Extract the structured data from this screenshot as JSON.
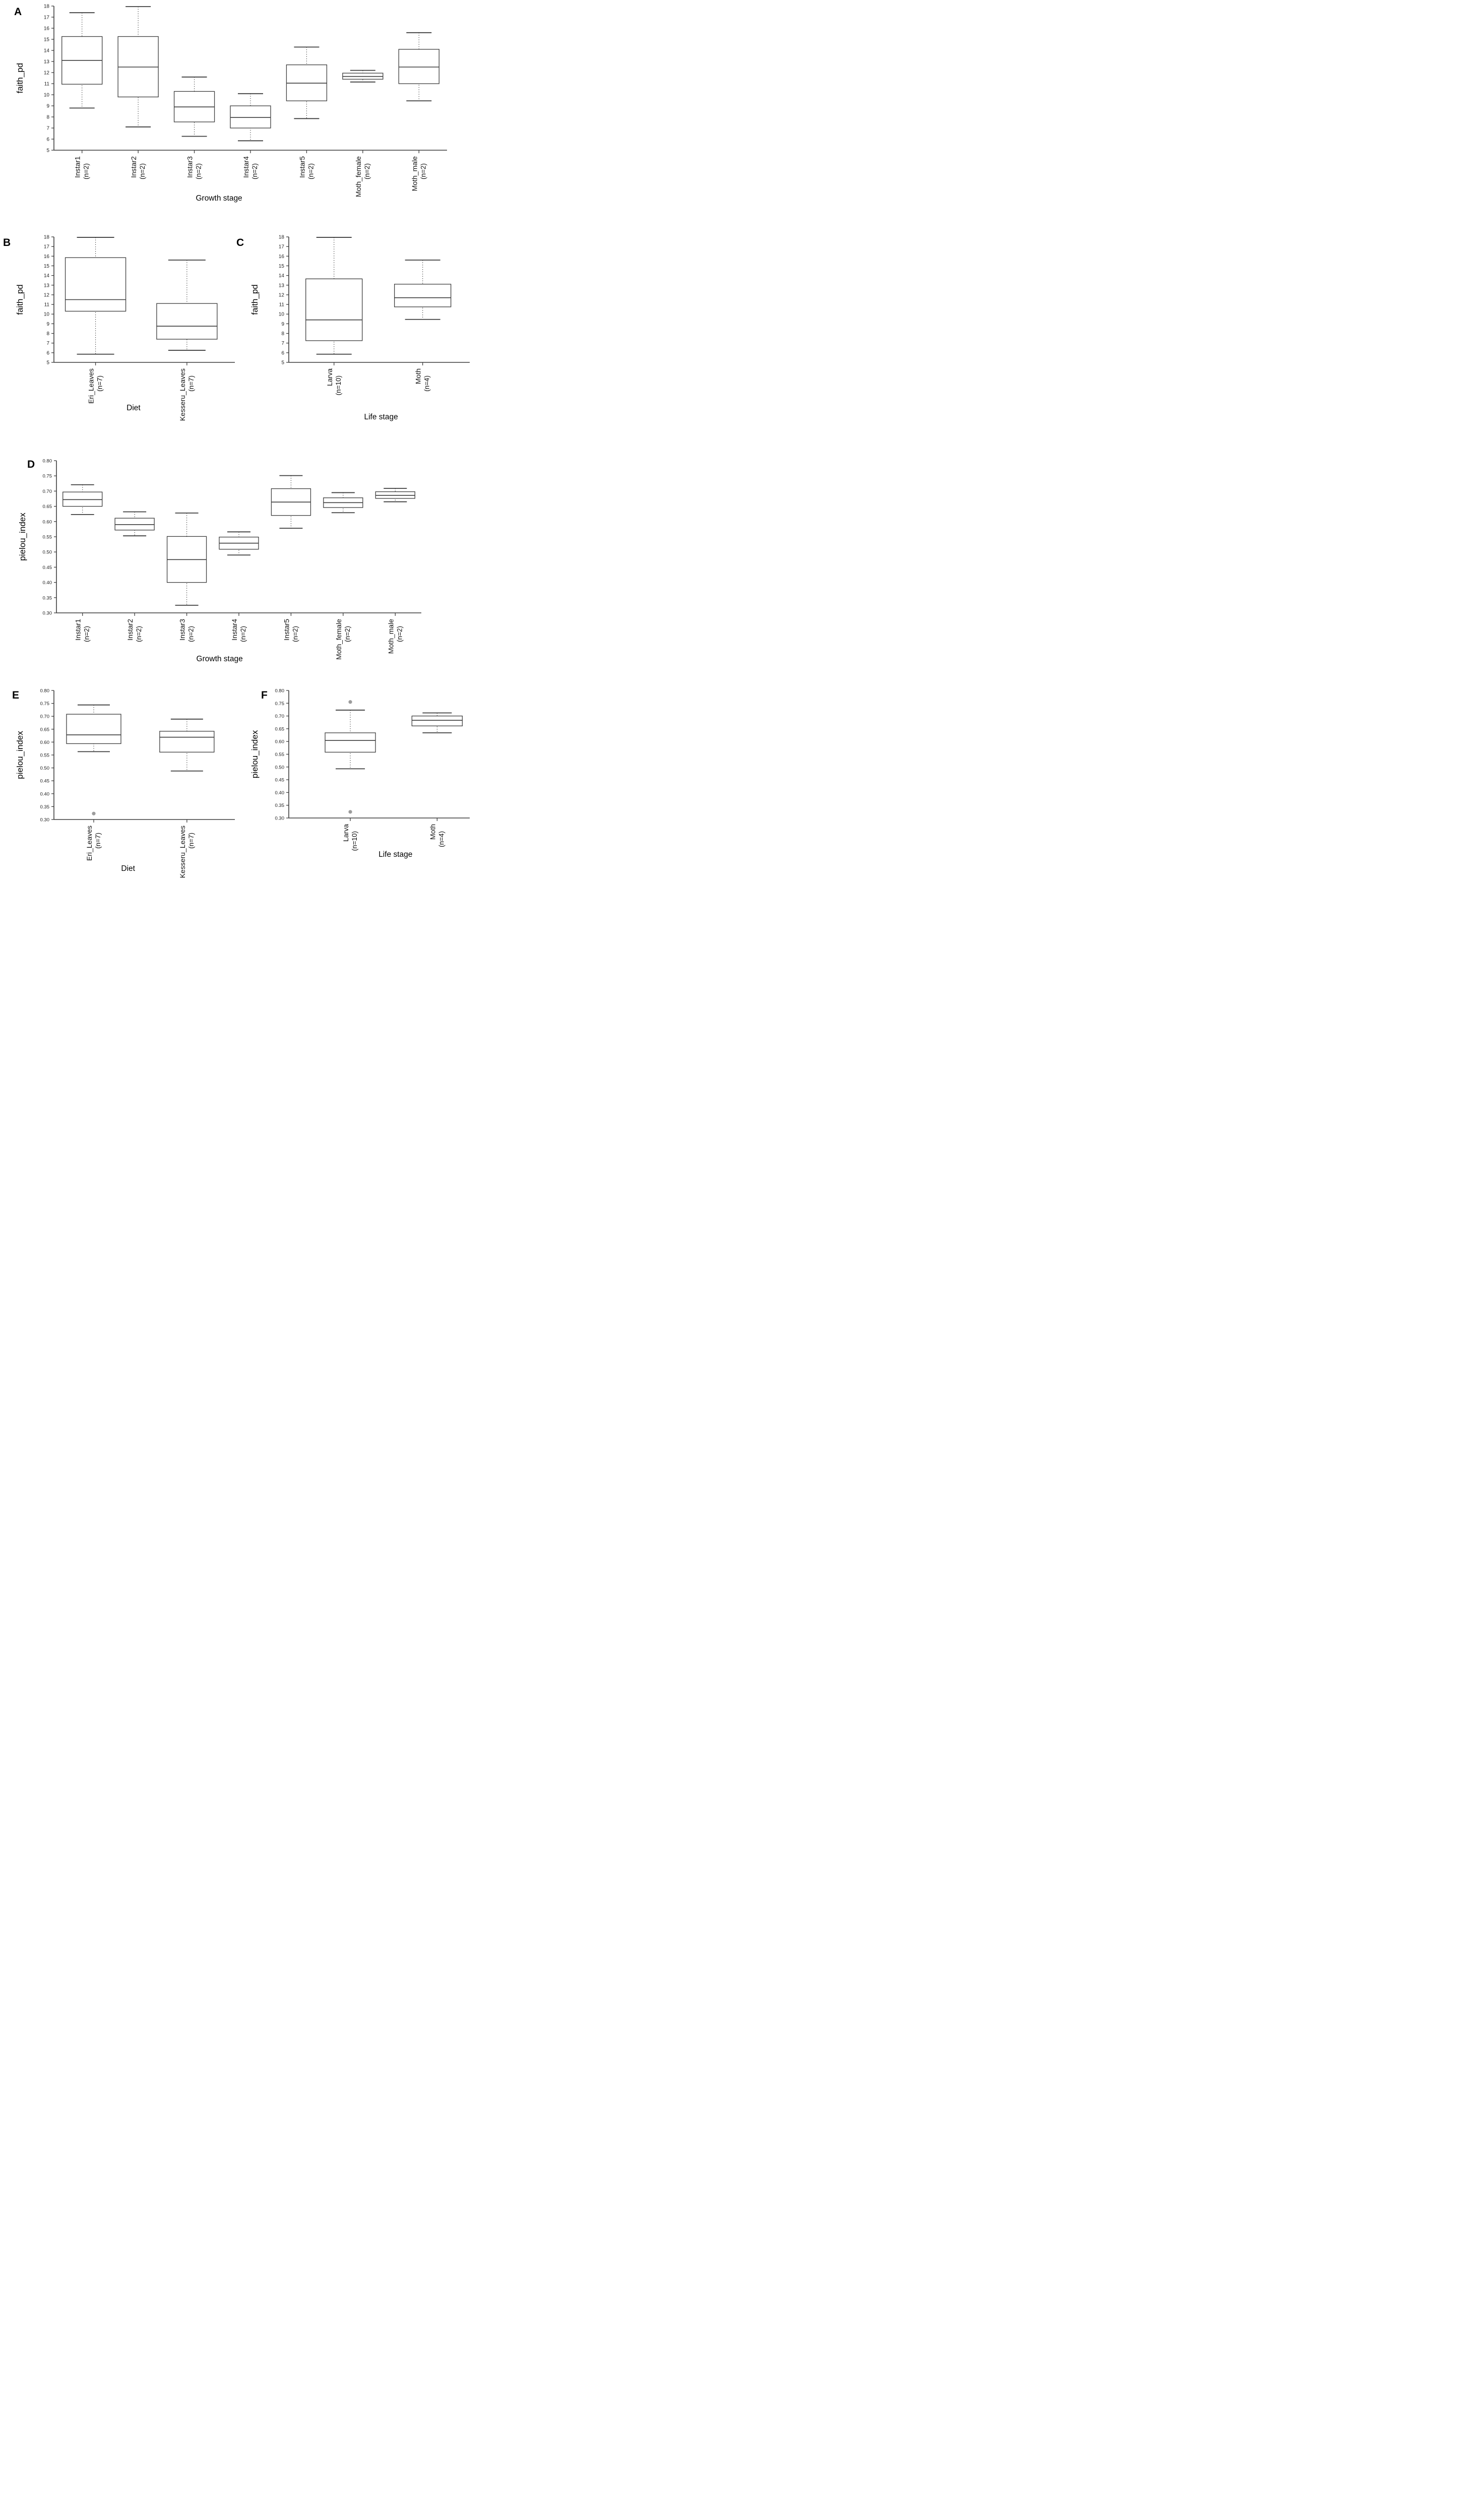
{
  "figure": {
    "background": "#ffffff",
    "line_color": "#3d3d3d",
    "tick_label_color": "#222222",
    "category_label_color": "#111111",
    "outlier_color": "#9c9c9c",
    "panel_letters": [
      "A",
      "B",
      "C",
      "D",
      "E",
      "F"
    ]
  },
  "chart_data": [
    {
      "panel": "A",
      "type": "box",
      "title": "",
      "ylabel": "faith_pd",
      "xlabel": "Growth stage",
      "ylim": [
        5,
        18
      ],
      "ytick_step": 1,
      "ytick_decimals": 0,
      "grid": false,
      "boxes": [
        {
          "category": "Instar1",
          "n": "(n=2)",
          "whisker_low": 8.8,
          "q1": 10.95,
          "median": 13.1,
          "q3": 15.25,
          "whisker_high": 17.4,
          "outliers": []
        },
        {
          "category": "Instar2",
          "n": "(n=2)",
          "whisker_low": 7.1,
          "q1": 9.8,
          "median": 12.5,
          "q3": 15.25,
          "whisker_high": 17.95,
          "outliers": []
        },
        {
          "category": "Instar3",
          "n": "(n=2)",
          "whisker_low": 6.25,
          "q1": 7.55,
          "median": 8.9,
          "q3": 10.3,
          "whisker_high": 11.6,
          "outliers": []
        },
        {
          "category": "Instar4",
          "n": "(n=2)",
          "whisker_low": 5.85,
          "q1": 7.0,
          "median": 7.95,
          "q3": 9.0,
          "whisker_high": 10.1,
          "outliers": []
        },
        {
          "category": "Instar5",
          "n": "(n=2)",
          "whisker_low": 7.85,
          "q1": 9.45,
          "median": 11.05,
          "q3": 12.7,
          "whisker_high": 14.3,
          "outliers": []
        },
        {
          "category": "Moth_female",
          "n": "(n=2)",
          "whisker_low": 11.15,
          "q1": 11.4,
          "median": 11.65,
          "q3": 11.95,
          "whisker_high": 12.2,
          "outliers": []
        },
        {
          "category": "Moth_male",
          "n": "(n=2)",
          "whisker_low": 9.45,
          "q1": 11.0,
          "median": 12.5,
          "q3": 14.1,
          "whisker_high": 15.6,
          "outliers": []
        }
      ]
    },
    {
      "panel": "B",
      "type": "box",
      "title": "",
      "ylabel": "faith_pd",
      "xlabel": "Diet",
      "ylim": [
        5,
        18
      ],
      "ytick_step": 1,
      "ytick_decimals": 0,
      "grid": false,
      "boxes": [
        {
          "category": "Eri_Leaves",
          "n": "(n=7)",
          "whisker_low": 5.85,
          "q1": 10.3,
          "median": 11.5,
          "q3": 15.85,
          "whisker_high": 17.95,
          "outliers": []
        },
        {
          "category": "Kesseru_Leaves",
          "n": "(n=7)",
          "whisker_low": 6.25,
          "q1": 7.4,
          "median": 8.75,
          "q3": 11.1,
          "whisker_high": 15.6,
          "outliers": []
        }
      ]
    },
    {
      "panel": "C",
      "type": "box",
      "title": "",
      "ylabel": "faith_pd",
      "xlabel": "Life  stage",
      "ylim": [
        5,
        18
      ],
      "ytick_step": 1,
      "ytick_decimals": 0,
      "grid": false,
      "boxes": [
        {
          "category": "Larva",
          "n": "(n=10)",
          "whisker_low": 5.85,
          "q1": 7.25,
          "median": 9.4,
          "q3": 13.65,
          "whisker_high": 17.95,
          "outliers": []
        },
        {
          "category": "Moth",
          "n": "(n=4)",
          "whisker_low": 9.45,
          "q1": 10.75,
          "median": 11.7,
          "q3": 13.1,
          "whisker_high": 15.6,
          "outliers": []
        }
      ]
    },
    {
      "panel": "D",
      "type": "box",
      "title": "",
      "ylabel": "pielou_index",
      "xlabel": "Growth stage",
      "ylim": [
        0.3,
        0.8
      ],
      "ytick_step": 0.05,
      "ytick_decimals": 2,
      "grid": false,
      "boxes": [
        {
          "category": "Instar1",
          "n": "(n=2)",
          "whisker_low": 0.623,
          "q1": 0.65,
          "median": 0.672,
          "q3": 0.697,
          "whisker_high": 0.721,
          "outliers": []
        },
        {
          "category": "Instar2",
          "n": "(n=2)",
          "whisker_low": 0.553,
          "q1": 0.572,
          "median": 0.59,
          "q3": 0.611,
          "whisker_high": 0.632,
          "outliers": []
        },
        {
          "category": "Instar3",
          "n": "(n=2)",
          "whisker_low": 0.325,
          "q1": 0.4,
          "median": 0.475,
          "q3": 0.551,
          "whisker_high": 0.628,
          "outliers": []
        },
        {
          "category": "Instar4",
          "n": "(n=2)",
          "whisker_low": 0.49,
          "q1": 0.509,
          "median": 0.529,
          "q3": 0.549,
          "whisker_high": 0.566,
          "outliers": []
        },
        {
          "category": "Instar5",
          "n": "(n=2)",
          "whisker_low": 0.578,
          "q1": 0.62,
          "median": 0.664,
          "q3": 0.708,
          "whisker_high": 0.751,
          "outliers": []
        },
        {
          "category": "Moth_female",
          "n": "(n=2)",
          "whisker_low": 0.629,
          "q1": 0.646,
          "median": 0.662,
          "q3": 0.678,
          "whisker_high": 0.695,
          "outliers": []
        },
        {
          "category": "Moth_male",
          "n": "(n=2)",
          "whisker_low": 0.665,
          "q1": 0.676,
          "median": 0.686,
          "q3": 0.698,
          "whisker_high": 0.709,
          "outliers": []
        }
      ]
    },
    {
      "panel": "E",
      "type": "box",
      "title": "",
      "ylabel": "pielou_index",
      "xlabel": "Diet",
      "ylim": [
        0.3,
        0.8
      ],
      "ytick_step": 0.05,
      "ytick_decimals": 2,
      "grid": false,
      "boxes": [
        {
          "category": "Eri_Leaves",
          "n": "(n=7)",
          "whisker_low": 0.563,
          "q1": 0.594,
          "median": 0.628,
          "q3": 0.708,
          "whisker_high": 0.744,
          "outliers": [
            0.323
          ]
        },
        {
          "category": "Kesseru_Leaves",
          "n": "(n=7)",
          "whisker_low": 0.488,
          "q1": 0.561,
          "median": 0.619,
          "q3": 0.642,
          "whisker_high": 0.689,
          "outliers": []
        }
      ]
    },
    {
      "panel": "F",
      "type": "box",
      "title": "",
      "ylabel": "pielou_index",
      "xlabel": "Life  stage",
      "ylim": [
        0.3,
        0.8
      ],
      "ytick_step": 0.05,
      "ytick_decimals": 2,
      "grid": false,
      "boxes": [
        {
          "category": "Larva",
          "n": "(n=10)",
          "whisker_low": 0.493,
          "q1": 0.558,
          "median": 0.604,
          "q3": 0.634,
          "whisker_high": 0.723,
          "outliers": [
            0.755,
            0.324
          ]
        },
        {
          "category": "Moth",
          "n": "(n=4)",
          "whisker_low": 0.634,
          "q1": 0.661,
          "median": 0.683,
          "q3": 0.7,
          "whisker_high": 0.712,
          "outliers": []
        }
      ]
    }
  ]
}
